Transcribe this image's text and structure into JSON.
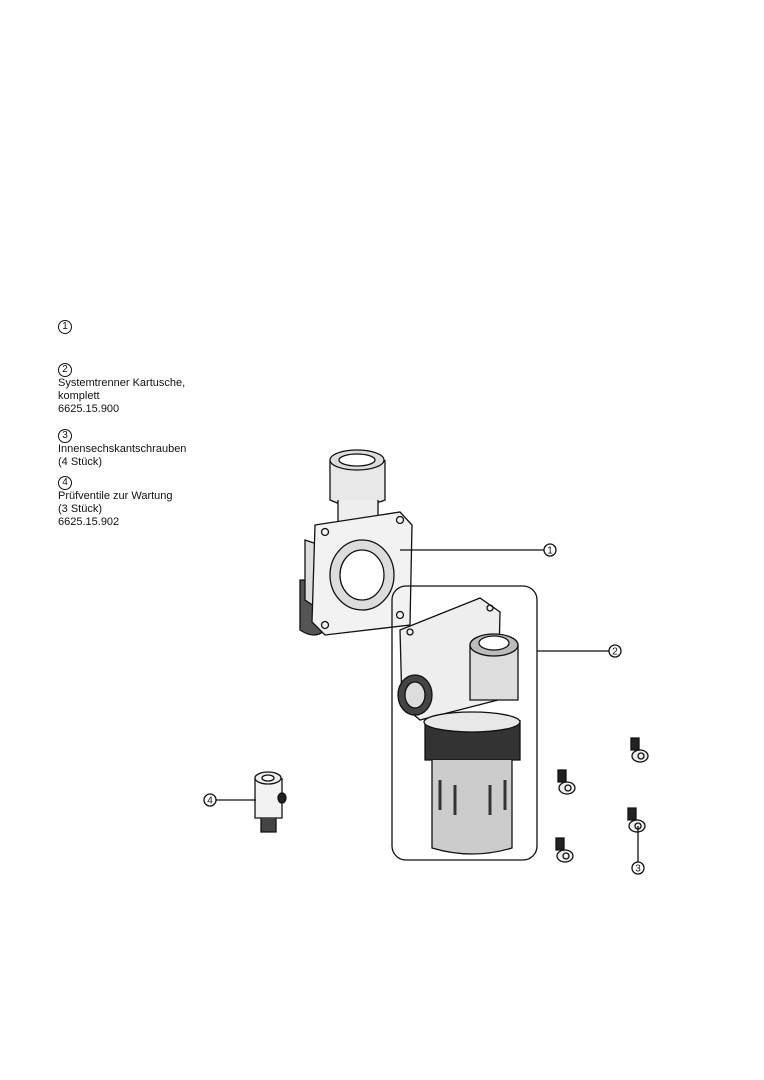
{
  "legend": [
    {
      "number": "1",
      "lines": []
    },
    {
      "number": "2",
      "lines": [
        "Systemtrenner Kartusche,",
        "komplett",
        "6625.15.900"
      ]
    },
    {
      "number": "3",
      "lines": [
        "Innensechskantschrauben",
        "(4 Stück)"
      ]
    },
    {
      "number": "4",
      "lines": [
        "Prüfventile zur Wartung",
        "(3 Stück)",
        "6625.15.902"
      ]
    }
  ],
  "callouts": [
    "1",
    "2",
    "3",
    "4"
  ]
}
